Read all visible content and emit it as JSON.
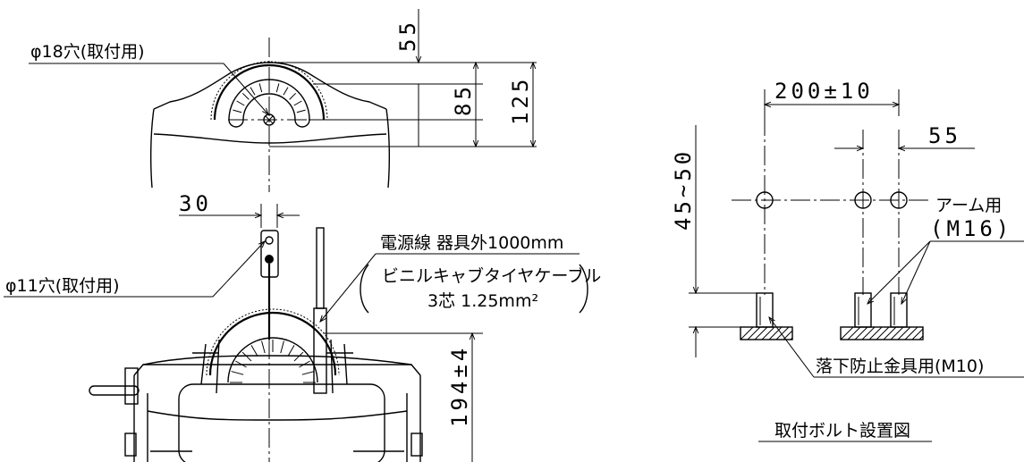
{
  "left_view": {
    "hole_18_label": "φ18穴(取付用)",
    "dim_55": "55",
    "dim_85": "85",
    "dim_125": "125",
    "dim_30": "30",
    "hole_11_label": "φ11穴(取付用)",
    "cable_line1": "電源線 器具外1000mm",
    "cable_line2": "ビニルキャブタイヤケーブル",
    "cable_line3": "3芯 1.25mm²",
    "dim_194": "194±4"
  },
  "right_view": {
    "dim_200": "200±10",
    "dim_55": "55",
    "dim_45_50": "45~50",
    "arm_label": "アーム用",
    "arm_spec": "(M16)",
    "fall_label": "落下防止金具用(M10)",
    "caption": "取付ボルト設置図"
  }
}
